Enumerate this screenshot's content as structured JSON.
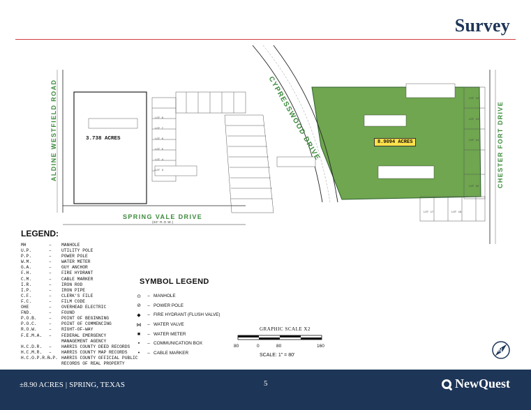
{
  "page": {
    "title": "Survey",
    "page_number": "5"
  },
  "footer": {
    "property": "±8.90 ACRES",
    "separator": "|",
    "location": "SPRING, TEXAS",
    "brand": "NewQuest"
  },
  "survey": {
    "acreage_left": "3.738 ACRES",
    "acreage_right": "8.9094 ACRES",
    "streets": {
      "west": "ALDINE WESTFIELD ROAD",
      "south": "SPRING VALE DRIVE",
      "south_sub": "(60' R.O.W.)",
      "east": "CHESTER FORT DRIVE",
      "diagonal": "CYPRESSWOOD DRIVE"
    },
    "highlight_color": "#6fa64f",
    "label_color": "#ffe24a"
  },
  "legend": {
    "title": "LEGEND:",
    "dash": "–",
    "items": [
      {
        "abbr": "MH",
        "desc": "MANHOLE"
      },
      {
        "abbr": "U.P.",
        "desc": "UTILITY POLE"
      },
      {
        "abbr": "P.P.",
        "desc": "POWER POLE"
      },
      {
        "abbr": "W.M.",
        "desc": "WATER METER"
      },
      {
        "abbr": "G.A.",
        "desc": "GUY ANCHOR"
      },
      {
        "abbr": "F.H.",
        "desc": "FIRE HYDRANT"
      },
      {
        "abbr": "C.M.",
        "desc": "CABLE MARKER"
      },
      {
        "abbr": "I.R.",
        "desc": "IRON ROD"
      },
      {
        "abbr": "I.P.",
        "desc": "IRON PIPE"
      },
      {
        "abbr": "C.F.",
        "desc": "CLERK'S FILE"
      },
      {
        "abbr": "F.C.",
        "desc": "FILM CODE"
      },
      {
        "abbr": "OHE",
        "desc": "OVERHEAD ELECTRIC"
      },
      {
        "abbr": "FND.",
        "desc": "FOUND"
      },
      {
        "abbr": "P.O.B.",
        "desc": "POINT OF BEGINNING"
      },
      {
        "abbr": "P.O.C.",
        "desc": "POINT OF COMMENCING"
      },
      {
        "abbr": "R.O.W.",
        "desc": "RIGHT-OF-WAY"
      },
      {
        "abbr": "F.E.M.A.",
        "desc": "FEDERAL EMERGENCY"
      },
      {
        "abbr": "",
        "desc": "MANAGEMENT AGENCY",
        "nodash": true
      },
      {
        "abbr": "H.C.D.R.",
        "desc": "HARRIS COUNTY DEED RECORDS"
      },
      {
        "abbr": "H.C.M.R.",
        "desc": "HARRIS COUNTY MAP RECORDS"
      },
      {
        "abbr": "H.C.O.P.R.R.P.",
        "desc": "HARRIS COUNTY OFFICIAL PUBLIC"
      },
      {
        "abbr": "",
        "desc": "RECORDS OF REAL PROPERTY",
        "nodash": true
      }
    ]
  },
  "symbol_legend": {
    "title": "SYMBOL LEGEND",
    "dash": "–",
    "items": [
      {
        "symbol": "⊙",
        "icon": "manhole-icon",
        "desc": "MANHOLE"
      },
      {
        "symbol": "⊘",
        "icon": "power-pole-icon",
        "desc": "POWER POLE"
      },
      {
        "symbol": "◆",
        "icon": "fire-hydrant-icon",
        "desc": "FIRE HYDRANT (FLUSH VALVE)"
      },
      {
        "symbol": "⋈",
        "icon": "water-valve-icon",
        "desc": "WATER VALVE"
      },
      {
        "symbol": "■",
        "icon": "water-meter-icon",
        "desc": "WATER METER"
      },
      {
        "symbol": "▪",
        "icon": "communication-box-icon",
        "desc": "COMMUNICATION BOX"
      },
      {
        "symbol": "•",
        "icon": "cable-marker-icon",
        "desc": "CABLE MARKER"
      }
    ]
  },
  "scale": {
    "title": "GRAPHIC SCALE  X2",
    "ticks": [
      "80",
      "0",
      "80",
      "160"
    ],
    "caption": "SCALE: 1\" = 80'"
  }
}
